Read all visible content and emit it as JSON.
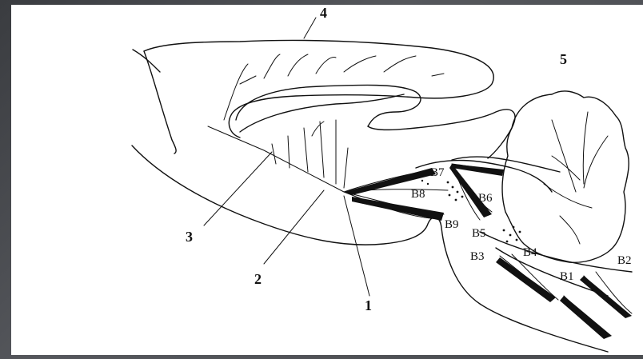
{
  "labels": {
    "num_1": "1",
    "num_2": "2",
    "num_3": "3",
    "num_4": "4",
    "num_5": "5",
    "B1": "B1",
    "B2": "B2",
    "B3": "B3",
    "B4": "B4",
    "B5": "B5",
    "B6": "B6",
    "B7": "B7",
    "B8": "B8",
    "B9": "B9"
  },
  "colors": {
    "background": "#4b4d52",
    "panel": "#ffffff",
    "ink": "#111111"
  }
}
